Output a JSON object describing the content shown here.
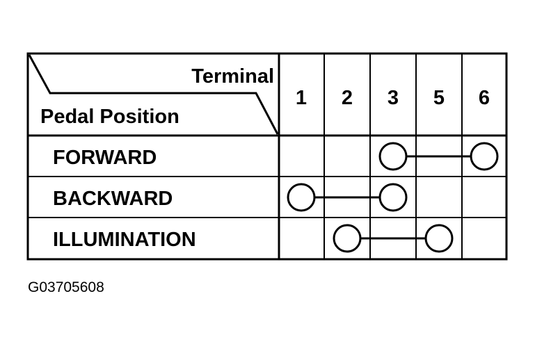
{
  "table": {
    "corner": {
      "top_label": "Terminal",
      "bottom_label": "Pedal Position"
    },
    "columns": [
      "1",
      "2",
      "3",
      "5",
      "6"
    ],
    "rows": [
      {
        "label": "FORWARD",
        "connected_terminals": [
          "3",
          "6"
        ]
      },
      {
        "label": "BACKWARD",
        "connected_terminals": [
          "1",
          "3"
        ]
      },
      {
        "label": "ILLUMINATION",
        "connected_terminals": [
          "2",
          "5"
        ]
      }
    ]
  },
  "figure_code": "G03705608"
}
